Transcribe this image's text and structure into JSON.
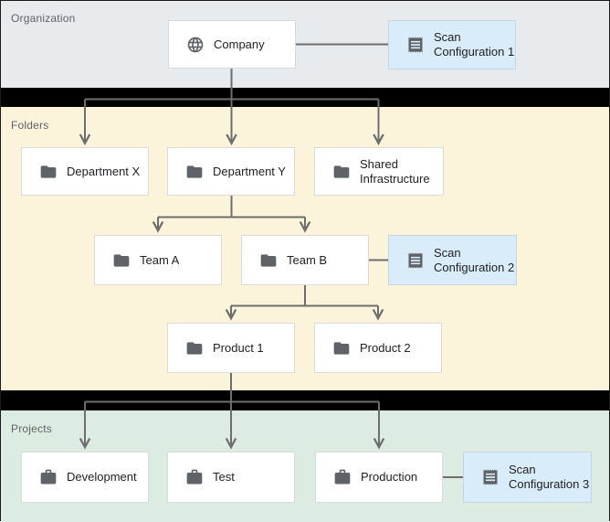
{
  "sections": {
    "organization": {
      "label": "Organization"
    },
    "folders": {
      "label": "Folders"
    },
    "projects": {
      "label": "Projects"
    }
  },
  "nodes": {
    "company": {
      "label": "Company",
      "icon": "globe-icon"
    },
    "scan_config_1": {
      "label": "Scan Configuration 1",
      "icon": "receipt-icon"
    },
    "department_x": {
      "label": "Department X",
      "icon": "folder-icon"
    },
    "department_y": {
      "label": "Department Y",
      "icon": "folder-icon"
    },
    "shared_infrastructure": {
      "label": "Shared Infrastructure",
      "icon": "folder-icon"
    },
    "team_a": {
      "label": "Team A",
      "icon": "folder-icon"
    },
    "team_b": {
      "label": "Team B",
      "icon": "folder-icon"
    },
    "scan_config_2": {
      "label": "Scan Configuration 2",
      "icon": "receipt-icon"
    },
    "product_1": {
      "label": "Product 1",
      "icon": "folder-icon"
    },
    "product_2": {
      "label": "Product 2",
      "icon": "folder-icon"
    },
    "development": {
      "label": "Development",
      "icon": "briefcase-icon"
    },
    "test": {
      "label": "Test",
      "icon": "briefcase-icon"
    },
    "production": {
      "label": "Production",
      "icon": "briefcase-icon"
    },
    "scan_config_3": {
      "label": "Scan Configuration 3",
      "icon": "receipt-icon"
    }
  },
  "edges": [
    "company -> department_x",
    "company -> department_y",
    "company -> shared_infrastructure",
    "company - scan_config_1",
    "department_y -> team_a",
    "department_y -> team_b",
    "team_b - scan_config_2",
    "team_b -> product_1",
    "team_b -> product_2",
    "product_1 -> development",
    "product_1 -> test",
    "product_1 -> production",
    "production - scan_config_3"
  ],
  "colors": {
    "organization-bg": "#e8ebee",
    "folders-bg": "#fbf3da",
    "projects-bg": "#ddece3",
    "scan-bg": "#d9ecf9",
    "band": "#000000",
    "node-border": "#d8dadd",
    "scan-border": "#c5d6e2",
    "icon": "#5f6368",
    "text": "#202124",
    "label": "#5f6368",
    "line": "#6e6e6e"
  }
}
